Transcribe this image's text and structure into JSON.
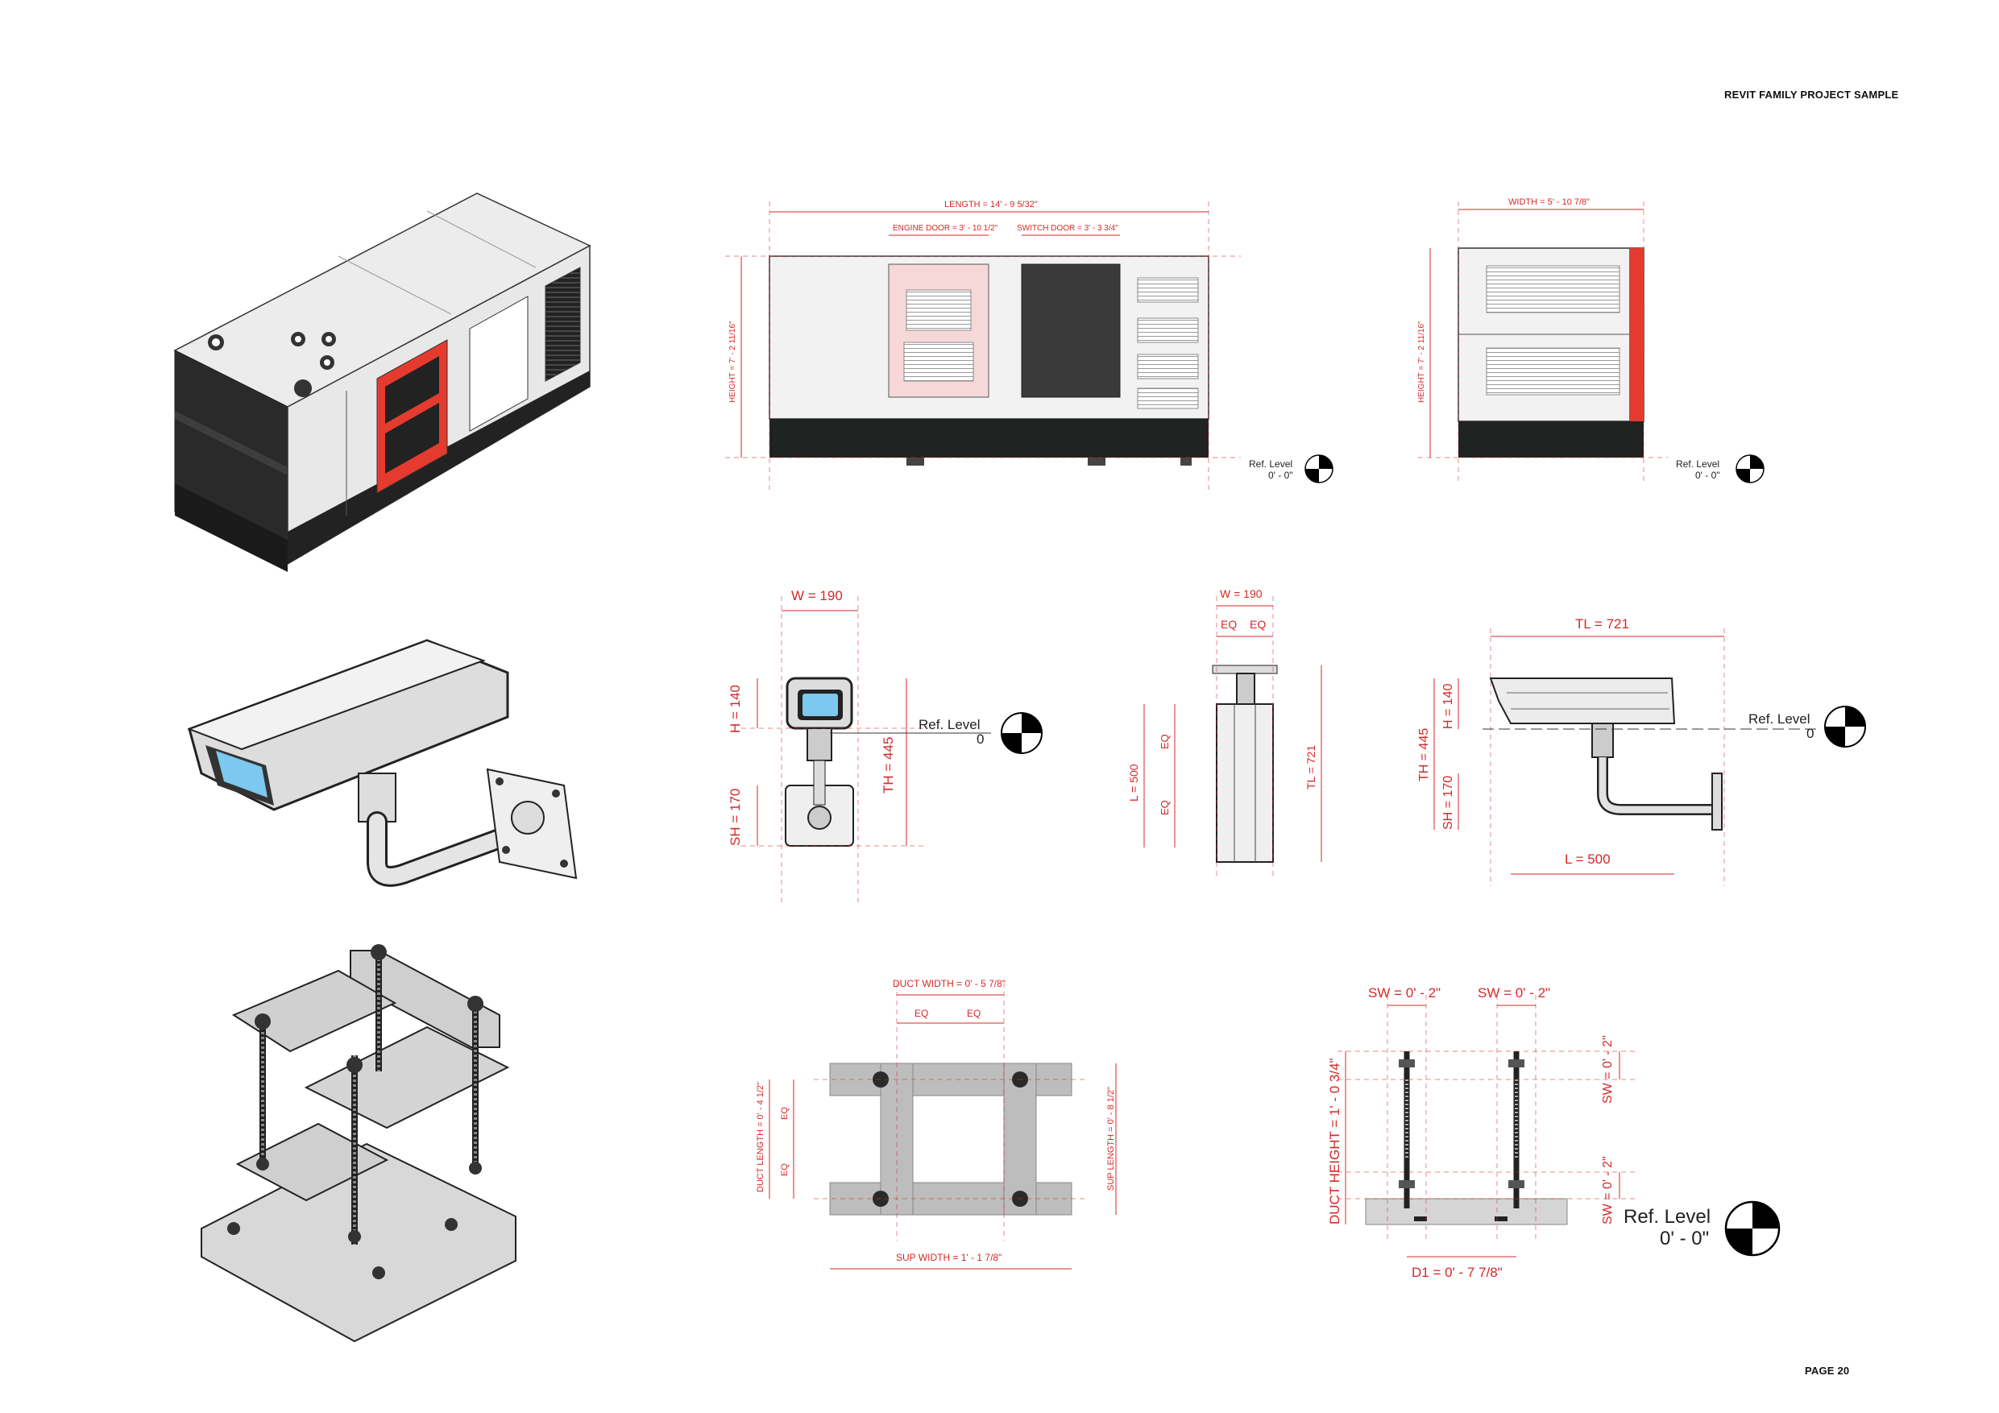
{
  "header": {
    "title": "REVIT FAMILY PROJECT SAMPLE",
    "page": "PAGE 20"
  },
  "generator": {
    "length": "LENGTH = 14' - 9 5/32\"",
    "engine_door": "ENGINE DOOR = 3' - 10 1/2\"",
    "switch_door": "SWITCH DOOR = 3' - 3 3/4\"",
    "height_front": "HEIGHT = 7' - 2 11/16\"",
    "width": "WIDTH = 5' - 10 7/8\"",
    "height_side": "HEIGHT = 7' - 2 11/16\"",
    "ref_front": [
      "Ref. Level",
      "0' - 0\""
    ],
    "ref_side": [
      "Ref. Level",
      "0' - 0\""
    ]
  },
  "camera": {
    "front": {
      "w": "W = 190",
      "h": "H = 140",
      "sh": "SH = 170",
      "th": "TH = 445",
      "ref": [
        "Ref. Level",
        "0"
      ]
    },
    "middle": {
      "w": "W = 190",
      "eq1": "EQ",
      "eq2": "EQ",
      "l": "L = 500",
      "eq3": "EQ",
      "eq4": "EQ",
      "tl": "TL = 721"
    },
    "side": {
      "tl": "TL = 721",
      "h": "H = 140",
      "th": "TH = 445",
      "sh": "SH = 170",
      "l": "L = 500",
      "ref": [
        "Ref. Level",
        "0"
      ]
    }
  },
  "support_plan": {
    "duct_width": "DUCT WIDTH = 0' - 5 7/8\"",
    "eq1": "EQ",
    "eq2": "EQ",
    "duct_length": "DUCT LENGTH = 0' - 4 1/2\"",
    "eq3": "EQ",
    "eq4": "EQ",
    "sup_length": "SUP LENGTH = 0' - 8 1/2\"",
    "sup_width": "SUP WIDTH = 1' - 1 7/8\""
  },
  "support_elev": {
    "sw_left": "SW = 0' - 2\"",
    "sw_right": "SW = 0' - 2\"",
    "duct_height": "DUCT HEIGHT = 1' - 0 3/4\"",
    "sw_top": "SW = 0' - 2\"",
    "sw_bottom": "SW = 0' - 2\"",
    "d1": "D1 = 0' - 7 7/8\"",
    "ref": [
      "Ref. Level",
      "0' - 0\""
    ]
  },
  "colors": {
    "dimension": "#d62828",
    "generator_red": "#e53b2f",
    "generator_base": "#1f2321",
    "camera_glass": "#7cc8ee",
    "steel": "#b9b9b9"
  }
}
